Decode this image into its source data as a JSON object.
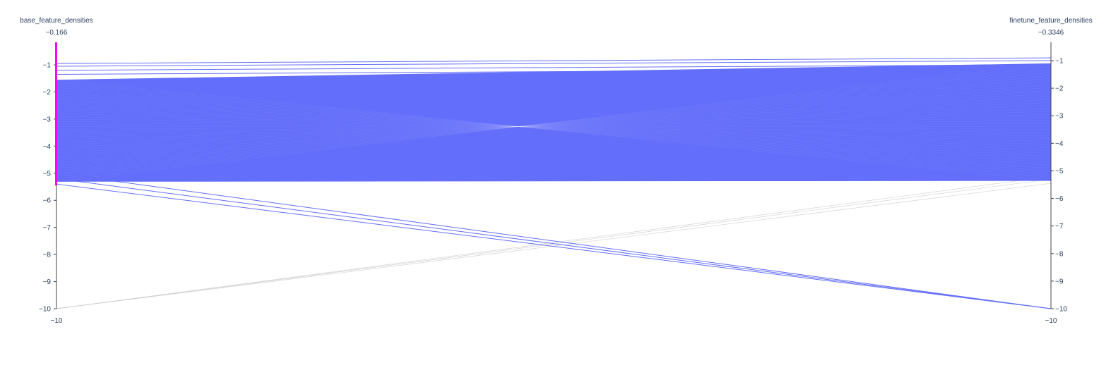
{
  "chart_data": {
    "type": "parallel_coordinates",
    "line_color": "#636efa",
    "unselected_color": "#c8c8c8",
    "axis_color": "#444444",
    "brush_color": "#ff00ff",
    "dimensions": [
      {
        "label": "base_feature_densities",
        "max_label": "−0.166",
        "min_label": "−10",
        "range": [
          -10,
          -0.166
        ],
        "ticks": [
          -1,
          -2,
          -3,
          -4,
          -5,
          -6,
          -7,
          -8,
          -9,
          -10
        ],
        "tick_labels": [
          "−1",
          "−2",
          "−3",
          "−4",
          "−5",
          "−6",
          "−7",
          "−8",
          "−9",
          "−10"
        ],
        "constraint_range": [
          -5.45,
          -0.166
        ]
      },
      {
        "label": "finetune_feature_densities",
        "max_label": "−0.3346",
        "min_label": "−10",
        "range": [
          -10,
          -0.3346
        ],
        "ticks": [
          -1,
          -2,
          -3,
          -4,
          -5,
          -6,
          -7,
          -8,
          -9,
          -10
        ],
        "tick_labels": [
          "−1",
          "−2",
          "−3",
          "−4",
          "−5",
          "−6",
          "−7",
          "−8",
          "−9",
          "−10"
        ]
      }
    ],
    "highlighted_lines": [
      {
        "base": -0.95,
        "finetune": -0.9
      },
      {
        "base": -1.05,
        "finetune": -1.0
      },
      {
        "base": -1.2,
        "finetune": -1.15
      },
      {
        "base": -1.35,
        "finetune": -1.3
      },
      {
        "base": -5.0,
        "finetune": -10.0
      },
      {
        "base": -5.2,
        "finetune": -10.0
      },
      {
        "base": -5.4,
        "finetune": -10.0
      },
      {
        "base": -5.1,
        "finetune": -5.05
      },
      {
        "base": -5.3,
        "finetune": -5.35
      }
    ],
    "dense_band": {
      "base": [
        -1.55,
        -5.3
      ],
      "finetune": [
        -1.1,
        -5.35
      ]
    },
    "unselected_lines": [
      {
        "base": -10.0,
        "finetune": -5.3
      },
      {
        "base": -10.0,
        "finetune": -5.2
      },
      {
        "base": -10.0,
        "finetune": -5.45
      }
    ]
  }
}
